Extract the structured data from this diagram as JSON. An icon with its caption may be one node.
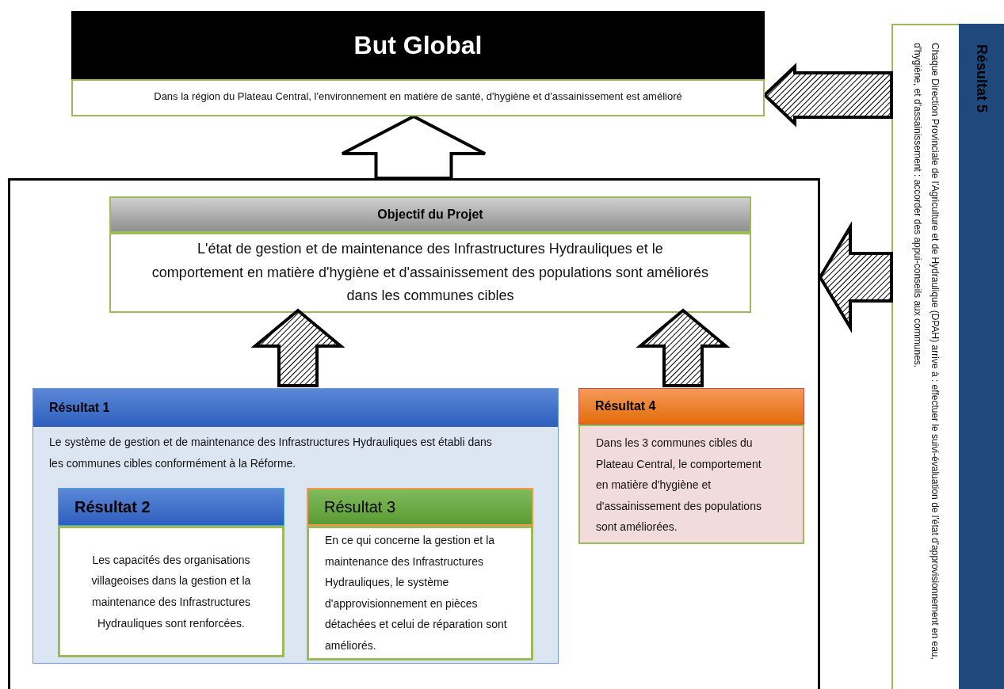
{
  "diagram": {
    "nodes": [
      {
        "text": [
          "But Global",
          "Dans la région du Plateau Central, l'environnement en matière de santé, d'hygiène et d'assainissement est amélioré"
        ]
      },
      {
        "text": [],
        "shape": "box"
      },
      {
        "text": [
          "Objectif du Projet",
          "L'état de gestion et de maintenance des Infrastructures Hydrauliques et le comportement en matière d'hygiène et d'assainissement des populations sont améliorés dans les communes cibles"
        ],
        "in": 1
      },
      {
        "text": [
          "Résultat 1",
          "Le système de gestion et de maintenance des Infrastructures Hydrauliques est établi dans les communes cibles conformément à la Réforme."
        ],
        "in": 1
      },
      {
        "text": [
          "Résultat 2",
          "Les capacités des organisations villageoises dans la gestion et la maintenance des Infrastructures Hydrauliques sont renforcées."
        ],
        "in": 3
      },
      {
        "text": [
          "Résultat 3",
          "En ce qui concerne la gestion et la maintenance des Infrastructures Hydrauliques, le système d'approvisionnement en pièces détachées et celui de réparation sont améliorés."
        ],
        "in": 3
      },
      {
        "text": [
          "Résultat 4",
          "Dans les 3 communes cibles du Plateau Central, le comportement en matière d'hygiène et d'assainissement des populations sont améliorées."
        ],
        "in": 1
      },
      {
        "text": [
          "Résultat 5",
          "Chaque Direction Provinciale de l'Agriculture et de Hydraulique (DPAH) arrive à : effectuer le suivi-évaluation de l'état d'approvisionnement en eau, d'hygiène, et d'assainissement : accorder des appui-conseils aux communes."
        ]
      }
    ],
    "edges": [
      {
        "from": 1,
        "to": 0,
        "arrow": "to",
        "color": "#ffffff"
      },
      {
        "from": 3,
        "to": 2,
        "arrow": "to"
      },
      {
        "from": 6,
        "to": 2,
        "arrow": "to"
      },
      {
        "from": 7,
        "to": 0,
        "arrow": "to"
      },
      {
        "from": 7,
        "to": 1,
        "arrow": "to"
      }
    ]
  }
}
